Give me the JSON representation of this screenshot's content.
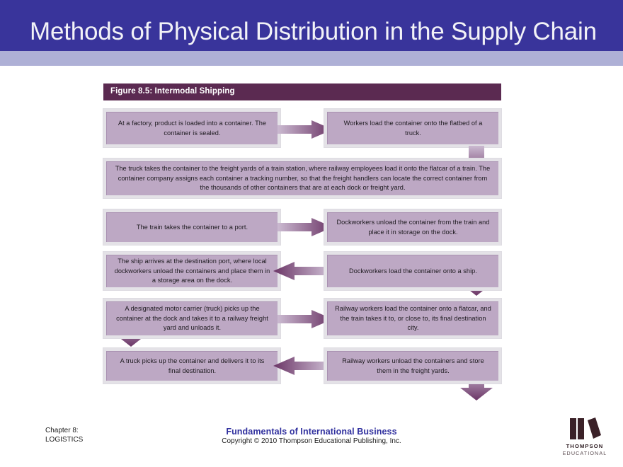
{
  "slide": {
    "title": "Methods of Physical Distribution in the Supply Chain",
    "title_band_color": "#39349b",
    "subtitle_band_color": "#aeb0d6"
  },
  "figure": {
    "title": "Figure 8.5: Intermodal Shipping",
    "title_bar_color": "#5b2a51",
    "box_fill_color": "#bda8c4",
    "arrow_gradient_from": "#c9b6cf",
    "arrow_gradient_to": "#6b3566",
    "steps": [
      {
        "id": "step-1",
        "text": "At a factory, product is loaded into a container. The container is sealed."
      },
      {
        "id": "step-2",
        "text": "Workers load the container onto the flatbed of a truck."
      },
      {
        "id": "step-3",
        "text": "The truck takes the container to the freight yards of a train station, where railway employees load it onto the flatcar of a train. The container company assigns each container a tracking number, so that the freight handlers can locate the correct container from the thousands of other containers that are at each dock or freight yard."
      },
      {
        "id": "step-4",
        "text": "The train takes the container to a port."
      },
      {
        "id": "step-5",
        "text": "Dockworkers unload the container from the train and place it in storage on the dock."
      },
      {
        "id": "step-6",
        "text": "Dockworkers load the container onto a ship."
      },
      {
        "id": "step-7",
        "text": "The ship arrives at the destination port, where local dockworkers unload the containers and place them in a storage area on the dock."
      },
      {
        "id": "step-8",
        "text": "A designated motor carrier (truck) picks up the container at the dock and takes it to a railway freight yard and unloads it."
      },
      {
        "id": "step-9",
        "text": "Railway workers load the container onto a flatcar, and the train takes it to, or close to, its final destination city."
      },
      {
        "id": "step-10",
        "text": "Railway workers unload the containers and store them in the freight yards."
      },
      {
        "id": "step-11",
        "text": "A truck picks up the container and delivers it to its final destination."
      }
    ],
    "arrows": [
      {
        "id": "arrow-1",
        "direction": "right",
        "from": "step-1",
        "to": "step-2"
      },
      {
        "id": "arrow-2",
        "direction": "down",
        "from": "step-2",
        "to": "step-3"
      },
      {
        "id": "arrow-3",
        "direction": "down",
        "from": "step-3",
        "to": "step-4"
      },
      {
        "id": "arrow-4",
        "direction": "right",
        "from": "step-4",
        "to": "step-5"
      },
      {
        "id": "arrow-5",
        "direction": "down",
        "from": "step-5",
        "to": "step-6"
      },
      {
        "id": "arrow-6",
        "direction": "left",
        "from": "step-6",
        "to": "step-7"
      },
      {
        "id": "arrow-7",
        "direction": "down",
        "from": "step-7",
        "to": "step-8"
      },
      {
        "id": "arrow-8",
        "direction": "right",
        "from": "step-8",
        "to": "step-9"
      },
      {
        "id": "arrow-9",
        "direction": "down",
        "from": "step-9",
        "to": "step-10"
      },
      {
        "id": "arrow-10",
        "direction": "left",
        "from": "step-10",
        "to": "step-11"
      }
    ]
  },
  "footer": {
    "chapter_line1": "Chapter 8:",
    "chapter_line2": "LOGISTICS",
    "book_title": "Fundamentals of International Business",
    "copyright": "Copyright © 2010 Thompson Educational Publishing, Inc.",
    "logo": {
      "name": "THOMPSON",
      "subtitle": "EDUCATIONAL",
      "color": "#3b2128"
    }
  }
}
